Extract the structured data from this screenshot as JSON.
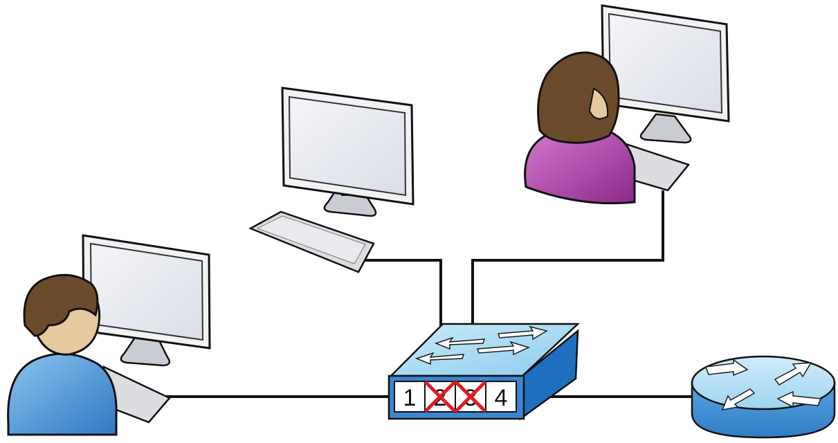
{
  "switch": {
    "ports": [
      {
        "label": "1",
        "blocked": false
      },
      {
        "label": "2",
        "blocked": true
      },
      {
        "label": "3",
        "blocked": true
      },
      {
        "label": "4",
        "blocked": false
      }
    ]
  },
  "nodes": [
    "man-at-workstation",
    "unattended-workstation",
    "woman-at-workstation",
    "switch",
    "router"
  ],
  "colors": {
    "switch_top": "#a9d9f2",
    "switch_side": "#1f6fc1",
    "router_top": "#a9d9f2",
    "router_side": "#3f8fd3",
    "man_shirt": "#3d8fd6",
    "woman_shirt": "#a03a9a",
    "hair_brown": "#6b4a2b",
    "skin": "#e7c9a0",
    "blocked_mark": "#e01b24",
    "cable": "#111111"
  }
}
